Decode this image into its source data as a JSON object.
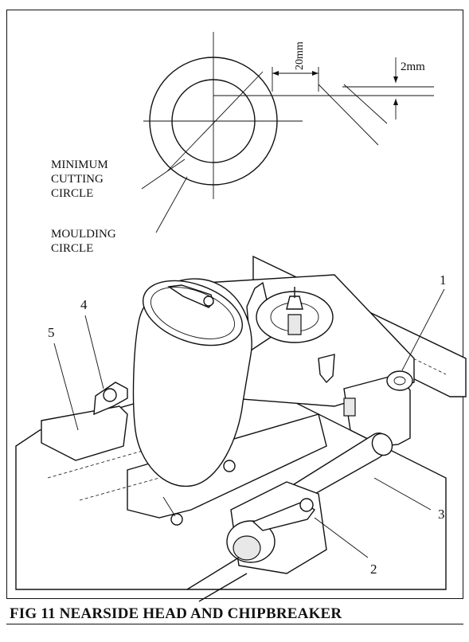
{
  "figure": {
    "caption": "FIG 11   NEARSIDE HEAD AND CHIPBREAKER"
  },
  "detail": {
    "dimension_20": "20mm",
    "dimension_2": "2mm",
    "label_min_circle": [
      "MINIMUM",
      "CUTTING",
      "CIRCLE"
    ],
    "label_moulding_circle": [
      "MOULDING",
      "CIRCLE"
    ]
  },
  "callouts": [
    "1",
    "2",
    "3",
    "4",
    "5"
  ]
}
